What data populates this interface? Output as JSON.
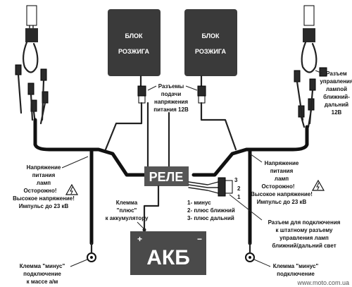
{
  "blocks": {
    "left": {
      "line1": "БЛОК",
      "line2": "РОЗЖИГА"
    },
    "right": {
      "line1": "БЛОК",
      "line2": "РОЗЖИГА"
    }
  },
  "power_connectors_label": [
    "Разъемы",
    "подачи",
    "напряжения",
    "питания 12В"
  ],
  "relay_label": "РЕЛЕ",
  "battery_label": "АКБ",
  "battery_plus": "+",
  "battery_minus": "−",
  "plus_clamp_label": [
    "Клемма",
    "\"плюс\"",
    "к аккумулятору"
  ],
  "left_warning": [
    "Напряжение",
    "питания",
    "ламп",
    "Осторожно!",
    "Высокое напряжение!",
    "Импульс до 23 кВ"
  ],
  "right_warning": [
    "Напряжение",
    "питания",
    "ламп",
    "Осторожно!",
    "Высокое напряжение!",
    "Импульс до 23 кВ"
  ],
  "right_control_label": [
    "Разъем",
    "управления",
    "лампой",
    "ближний-",
    "дальний",
    "12В"
  ],
  "pin_numbers": [
    "3",
    "2",
    "1"
  ],
  "pin_legend": [
    "1- минус",
    "2- плюс ближний",
    "3- плюс дальний"
  ],
  "connection_note": [
    "Разъем для подключения",
    "к штатному разъему",
    "управления ламп",
    "ближний/дальний свет"
  ],
  "left_ground_label": [
    "Клемма \"минус\"",
    "подключение",
    "к массе а/м"
  ],
  "right_ground_label": [
    "Клемма \"минус\"",
    "подключение"
  ],
  "watermark": "www.moto.com.ua",
  "colors": {
    "block": "#3a3a3a",
    "block_text": "#ffffff",
    "relay": "#555555",
    "battery": "#4a4a4a",
    "wire": "#222222"
  }
}
